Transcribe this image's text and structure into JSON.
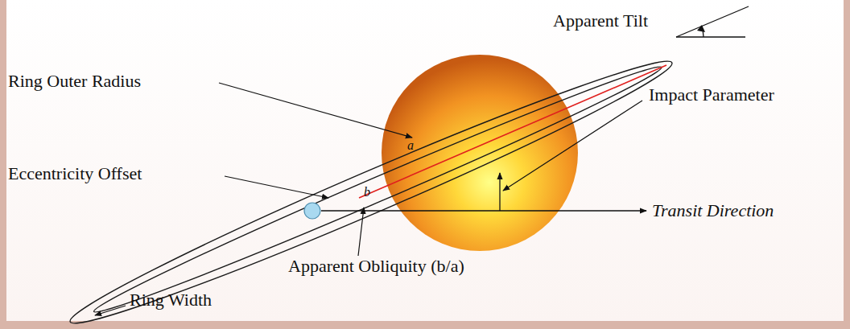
{
  "diagram": {
    "labels": [
      "Apparent Tilt",
      "Ring Outer Radius",
      "a",
      "Impact Parameter",
      "Eccentricity Offset",
      "b",
      "Transit Direction",
      "Apparent Obliquity (b/a)",
      "Ring Width"
    ]
  }
}
